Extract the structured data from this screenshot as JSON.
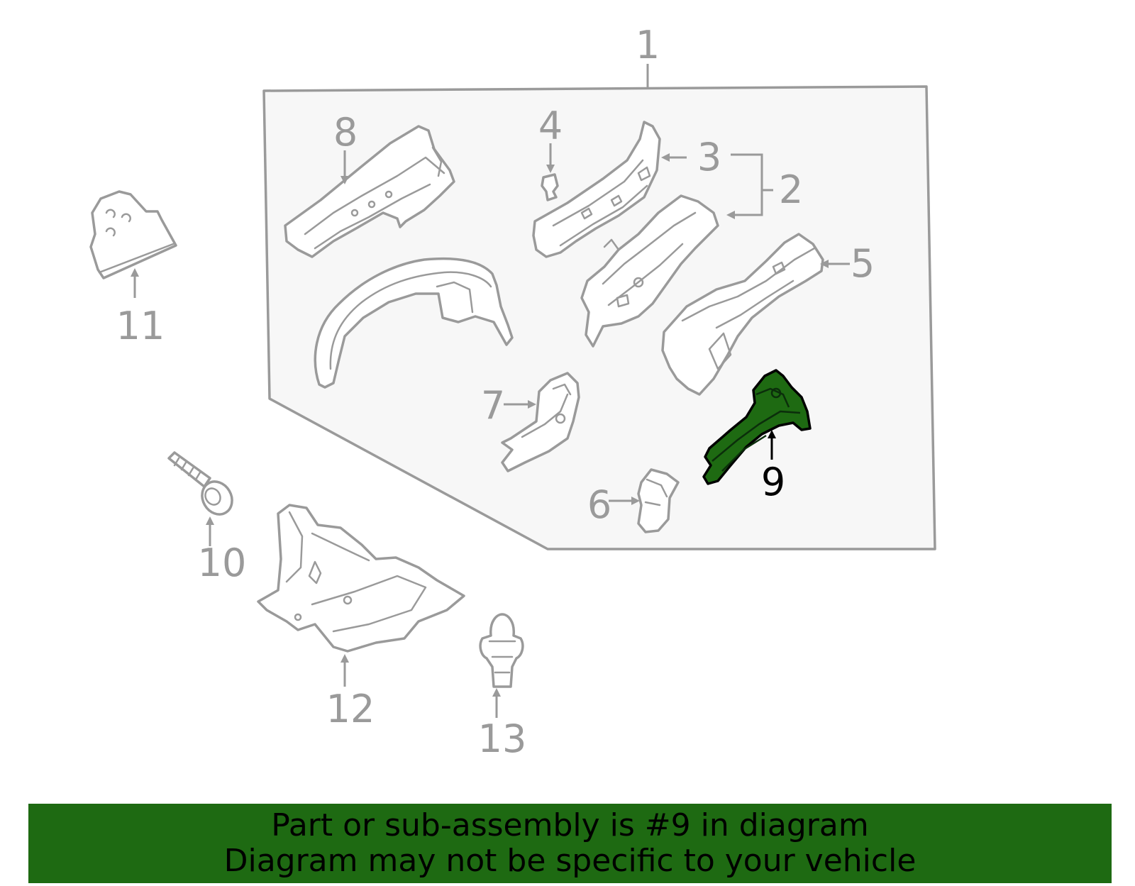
{
  "diagram": {
    "callouts": {
      "c1": "1",
      "c2": "2",
      "c3": "3",
      "c4": "4",
      "c5": "5",
      "c6": "6",
      "c7": "7",
      "c8": "8",
      "c9": "9",
      "c10": "10",
      "c11": "11",
      "c12": "12",
      "c13": "13"
    },
    "highlighted_part": "9"
  },
  "banner": {
    "line1": "Part or sub-assembly is #9 in diagram",
    "line2": "Diagram may not be specific to your vehicle"
  },
  "colors": {
    "highlight": "#1e6a12",
    "banner_bg": "#1e6a12",
    "panel_bg": "#f7f7f7",
    "line_gray": "#9a9a9a"
  }
}
